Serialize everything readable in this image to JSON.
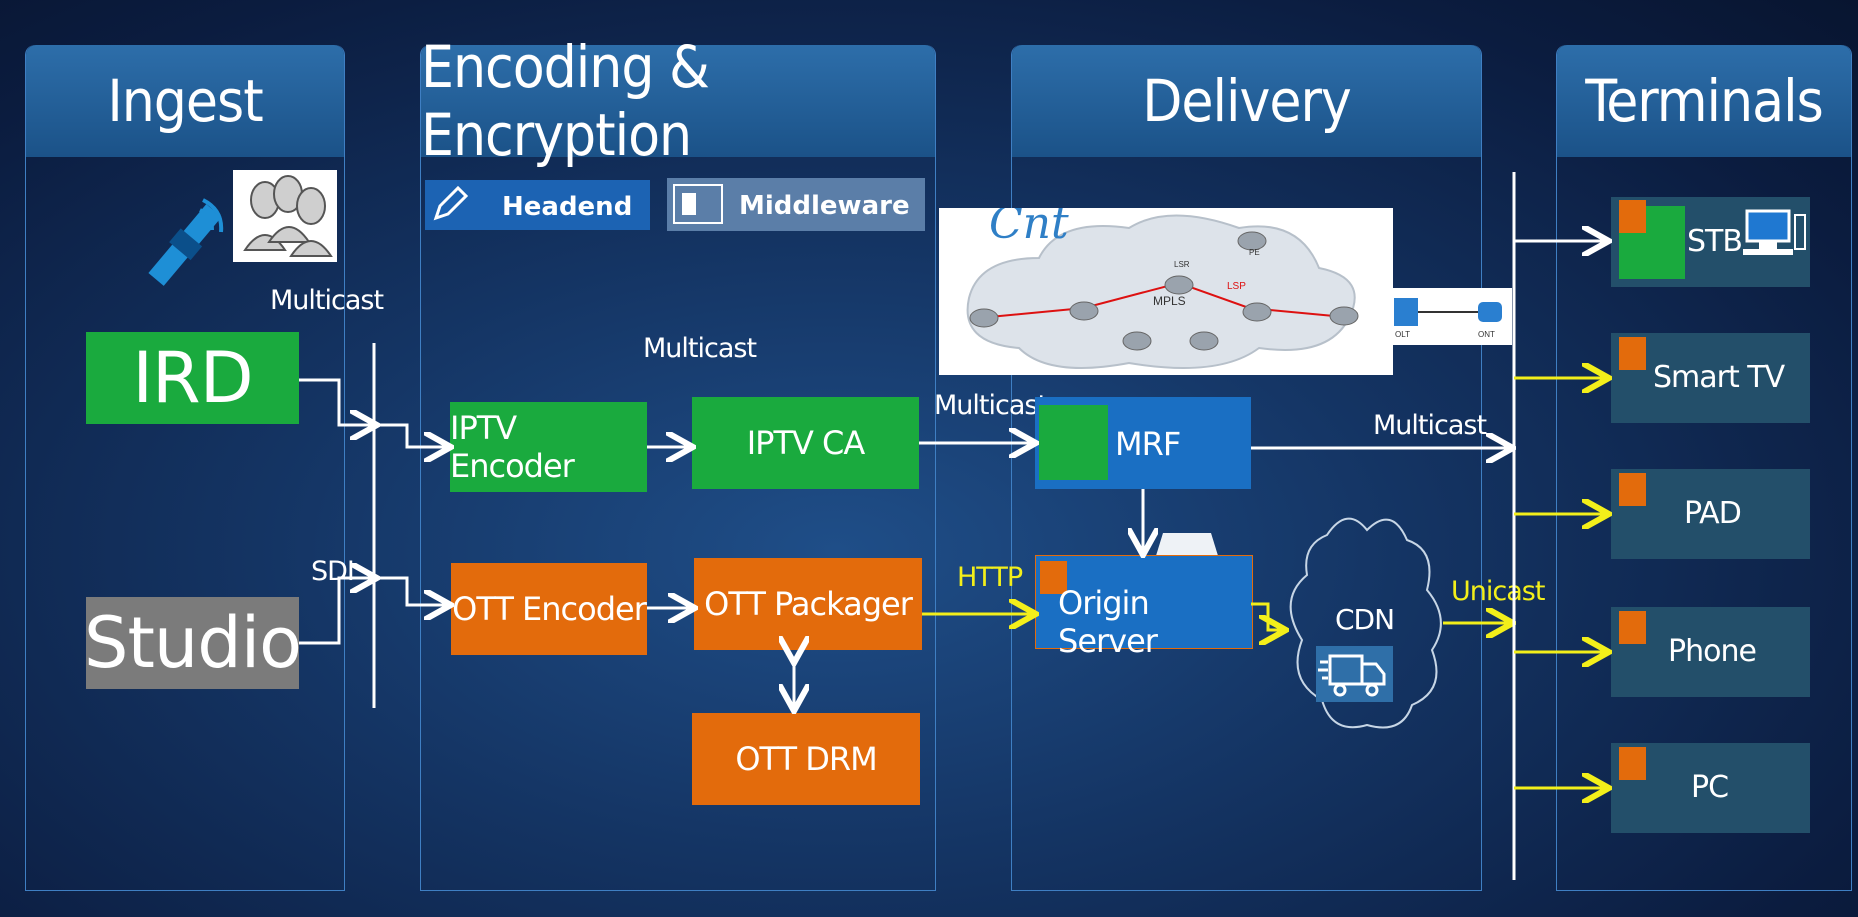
{
  "columns": {
    "ingest": "Ingest",
    "encoding": "Encoding & Encryption",
    "delivery": "Delivery",
    "terminals": "Terminals"
  },
  "banners": {
    "headend": "Headend",
    "middleware": "Middleware"
  },
  "sources": {
    "ird": "IRD",
    "studio": "Studio"
  },
  "encoding": {
    "iptv_encoder": "IPTV Encoder",
    "iptv_ca": "IPTV CA",
    "ott_encoder": "OTT Encoder",
    "ott_packager": "OTT Packager",
    "ott_drm": "OTT DRM"
  },
  "delivery": {
    "mrf": "MRF",
    "origin_server": "Origin Server",
    "cdn": "CDN"
  },
  "network": {
    "title": "Cnt",
    "mpls": "MPLS",
    "lsp": "LSP",
    "lsr": "LSR",
    "pe": "PE",
    "olt": "OLT",
    "ont": "ONT"
  },
  "terminals": [
    "STB",
    "Smart TV",
    "PAD",
    "Phone",
    "PC"
  ],
  "labels": {
    "multicast_ingest": "Multicast",
    "sdi": "SDI",
    "multicast_encoding": "Multicast",
    "multicast_to_mrf": "Multicast",
    "multicast_to_terminals": "Multicast",
    "http": "HTTP",
    "unicast": "Unicast"
  },
  "colors": {
    "green": "#1aaa3e",
    "orange": "#e36b0c",
    "blue": "#1a6fc3",
    "yellow": "#f3ef1a",
    "header": "#2d6eaa"
  }
}
